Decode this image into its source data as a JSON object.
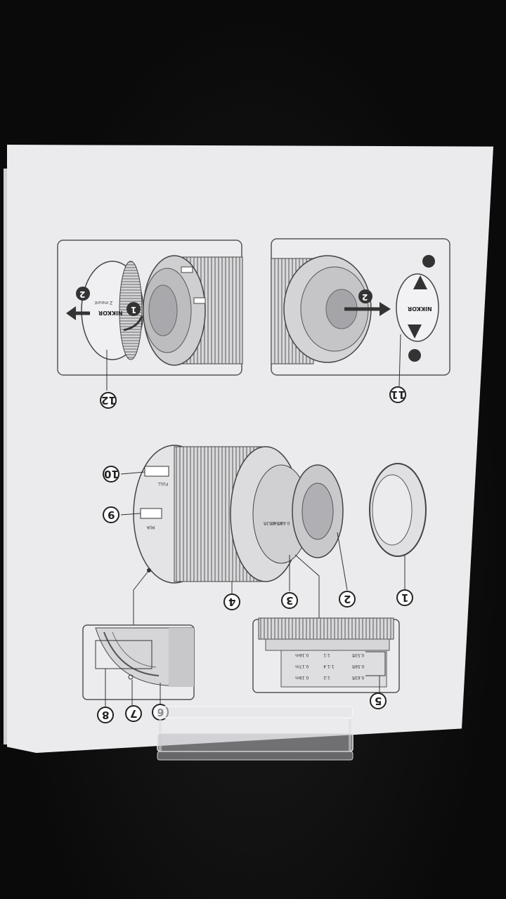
{
  "callouts": {
    "c1": "1",
    "c2": "2",
    "c3": "3",
    "c4": "4",
    "c5": "5",
    "c6": "6",
    "c7": "7",
    "c8": "8",
    "c9": "9",
    "c10": "10",
    "c11": "11",
    "c12": "12"
  },
  "step_badges": {
    "one": "1",
    "two": "2"
  },
  "cap_brand": "NIKKOR",
  "cap_mount": "Z mount",
  "distance_scale": {
    "row1": [
      "0.63ft",
      "1:2",
      "0.19m"
    ],
    "row2": [
      "0.56ft",
      "1:1.4",
      "0.17m"
    ],
    "row3": [
      "0.53ft",
      "1:1",
      "0.16m"
    ]
  },
  "lens_scale_labels": [
    "0.63ft",
    "0.56ft",
    "0.53ft",
    "1:2",
    "1:1.4",
    "1:1"
  ],
  "switch_labels": {
    "focus": "M/A",
    "limit": "FULL"
  },
  "colors": {
    "paper": "#ebebed",
    "line": "#3a3a3a",
    "background": "#0b0b0b"
  }
}
